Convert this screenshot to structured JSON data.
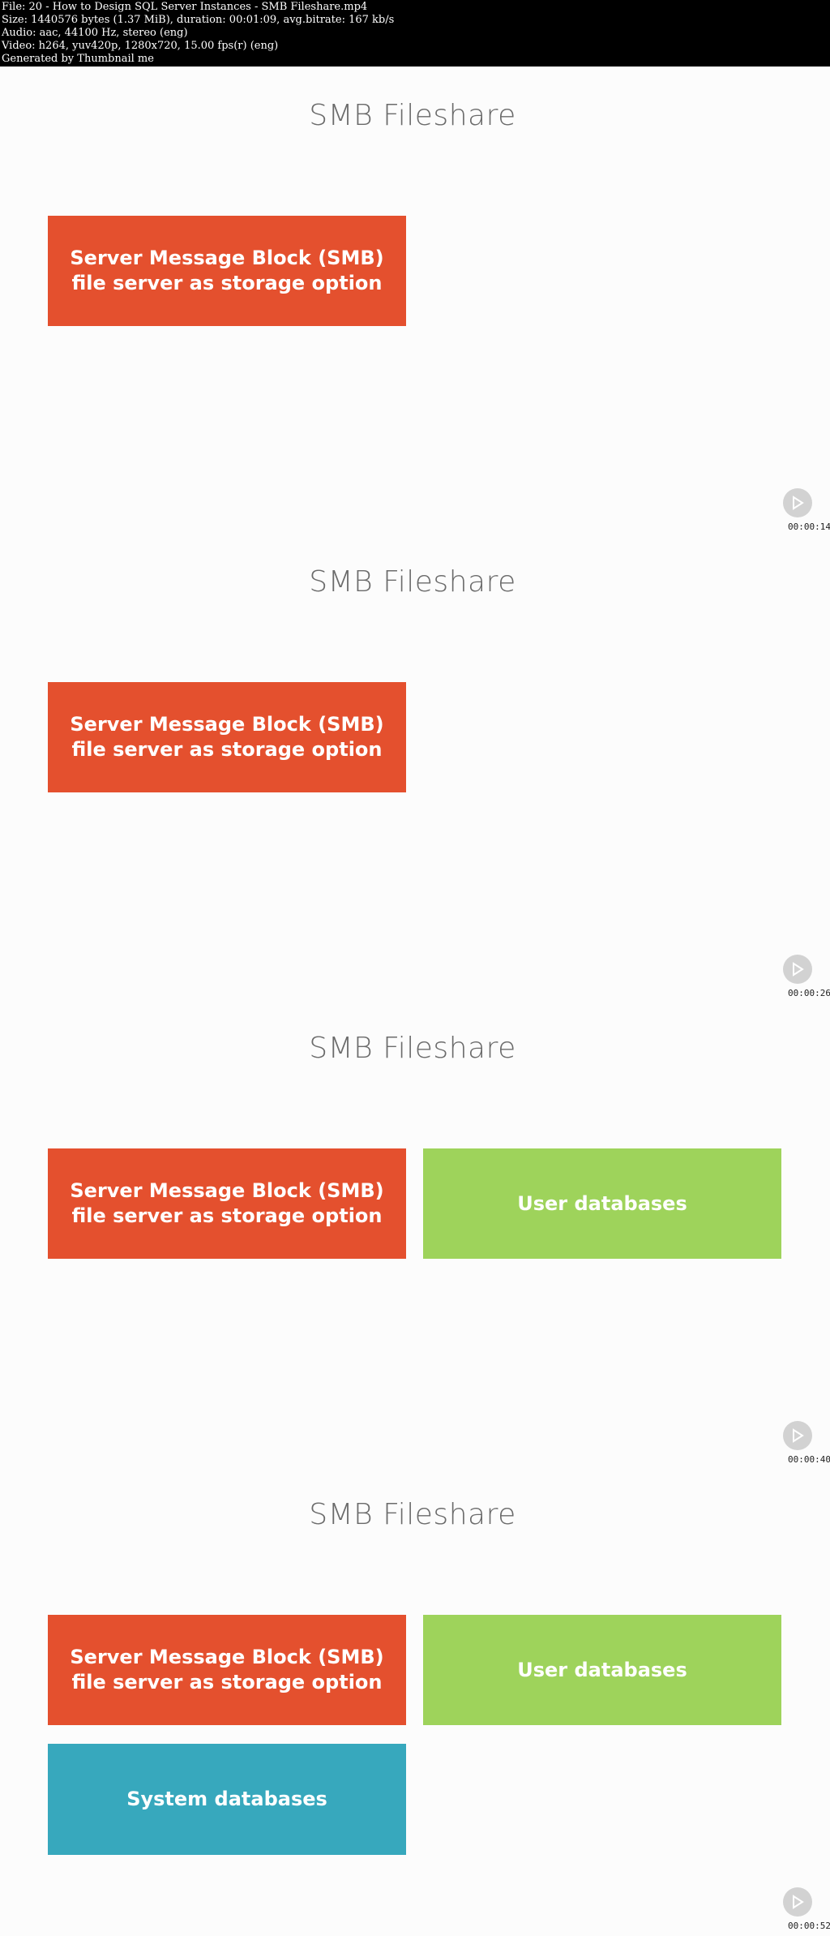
{
  "info": {
    "file": "File: 20 - How to Design SQL Server Instances - SMB Fileshare.mp4",
    "size": "Size: 1440576 bytes (1.37 MiB), duration: 00:01:09, avg.bitrate: 167 kb/s",
    "audio": "Audio: aac, 44100 Hz, stereo (eng)",
    "video": "Video: h264, yuv420p, 1280x720, 15.00 fps(r) (eng)",
    "generated": "Generated by Thumbnail me"
  },
  "frames": [
    {
      "title": "SMB Fileshare",
      "smb": "Server Message Block (SMB)\nfile server as storage option",
      "timestamp": "00:00:14"
    },
    {
      "title": "SMB Fileshare",
      "smb": "Server Message Block (SMB)\nfile server as storage option",
      "timestamp": "00:00:26"
    },
    {
      "title": "SMB Fileshare",
      "smb": "Server Message Block (SMB)\nfile server as storage option",
      "user": "User databases",
      "timestamp": "00:00:40"
    },
    {
      "title": "SMB Fileshare",
      "smb": "Server Message Block (SMB)\nfile server as storage option",
      "user": "User databases",
      "system": "System databases",
      "timestamp": "00:00:52"
    }
  ],
  "colors": {
    "smb": "#e4502e",
    "user": "#9ed35b",
    "system": "#37a8bd"
  },
  "icons": {
    "play": "play-icon"
  }
}
